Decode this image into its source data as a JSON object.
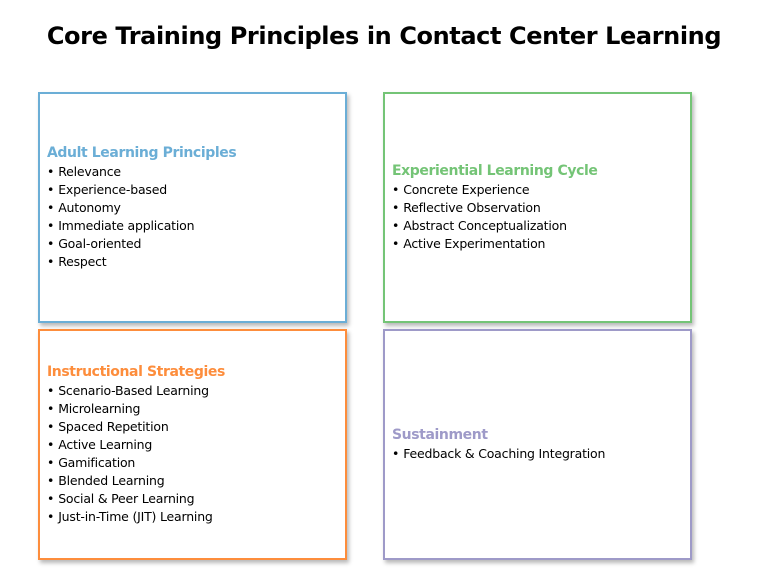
{
  "title": "Core Training Principles in Contact Center Learning",
  "quadrants": {
    "top_left": {
      "heading": "Adult Learning Principles",
      "color": "#6baed6",
      "items": [
        "Relevance",
        "Experience-based",
        "Autonomy",
        "Immediate application",
        "Goal-oriented",
        "Respect"
      ]
    },
    "top_right": {
      "heading": "Experiential Learning Cycle",
      "color": "#74c476",
      "items": [
        "Concrete Experience",
        "Reflective Observation",
        "Abstract Conceptualization",
        "Active Experimentation"
      ]
    },
    "bottom_left": {
      "heading": "Instructional Strategies",
      "color": "#fd8d3c",
      "items": [
        "Scenario-Based Learning",
        "Microlearning",
        "Spaced Repetition",
        "Active Learning",
        "Gamification",
        "Blended Learning",
        "Social & Peer Learning",
        "Just-in-Time (JIT) Learning"
      ]
    },
    "bottom_right": {
      "heading": "Sustainment",
      "color": "#9e9ac8",
      "items": [
        "Feedback & Coaching Integration"
      ]
    }
  }
}
